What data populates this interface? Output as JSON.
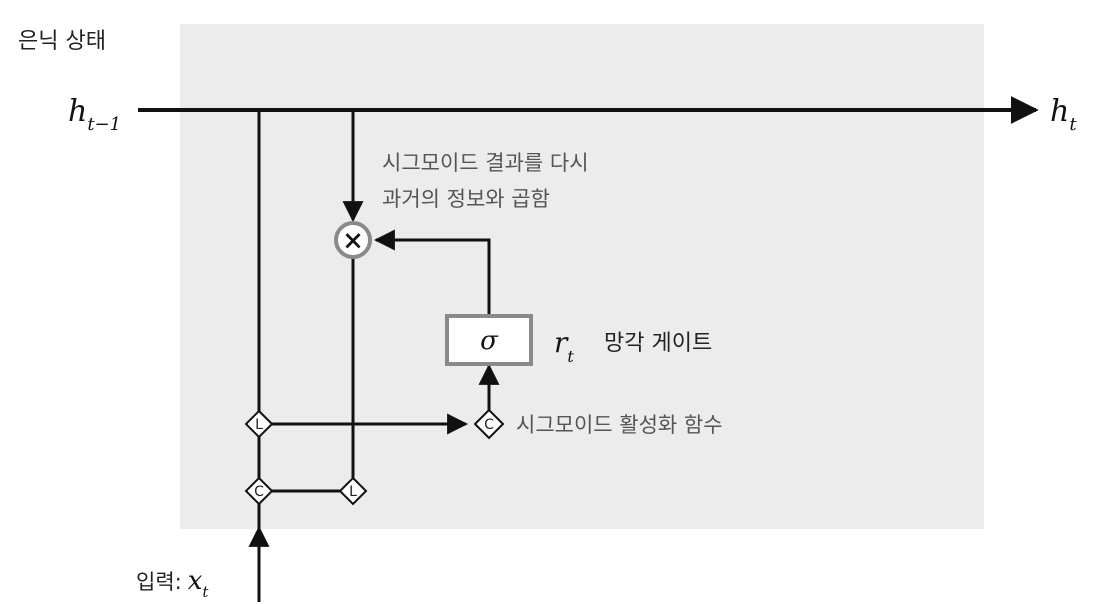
{
  "title": "은닉 상태",
  "h_prev": {
    "base": "h",
    "sub": "t−1"
  },
  "h_next": {
    "base": "h",
    "sub": "t"
  },
  "multiply_note": {
    "line1": "시그모이드 결과를 다시",
    "line2": "과거의 정보와 곱함"
  },
  "multiply_symbol": "×",
  "sigma_label": "σ",
  "gate_symbol": {
    "base": "r",
    "sub": "t"
  },
  "gate_label": "망각 게이트",
  "activation_label": "시그모이드 활성화 함수",
  "input": {
    "label": "입력:",
    "base": "x",
    "sub": "t"
  },
  "nodes": {
    "l_left": "L",
    "c_bottom": "C",
    "l_bottom": "L",
    "c_right": "C"
  },
  "colors": {
    "background_panel": "#ececec",
    "line": "#111111",
    "gate_box_border": "#8a8a8a",
    "multiply_circle": "#8a8a8a"
  }
}
